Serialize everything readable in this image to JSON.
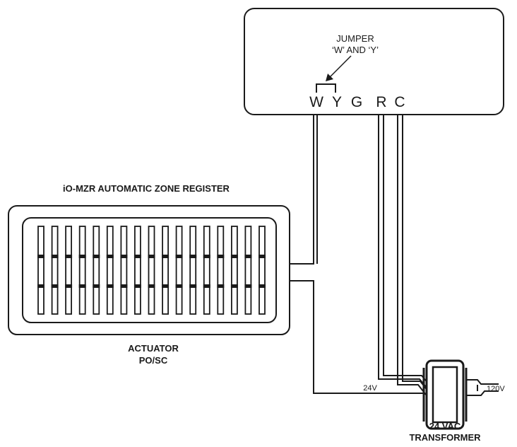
{
  "thermostat": {
    "jumper_line1": "JUMPER",
    "jumper_line2": "‘W’ AND ‘Y’",
    "terminals": [
      "W",
      "Y",
      "G",
      "R",
      "C"
    ]
  },
  "register": {
    "title": "iO-MZR AUTOMATIC ZONE REGISTER",
    "actuator_line1": "ACTUATOR",
    "actuator_line2": "PO/SC"
  },
  "transformer": {
    "label_24v": "24V",
    "label_120v": "120V",
    "title_line1": "24 VAC",
    "title_line2": "TRANSFORMER"
  },
  "colors": {
    "line": "#1a1a1a",
    "background": "#ffffff"
  }
}
